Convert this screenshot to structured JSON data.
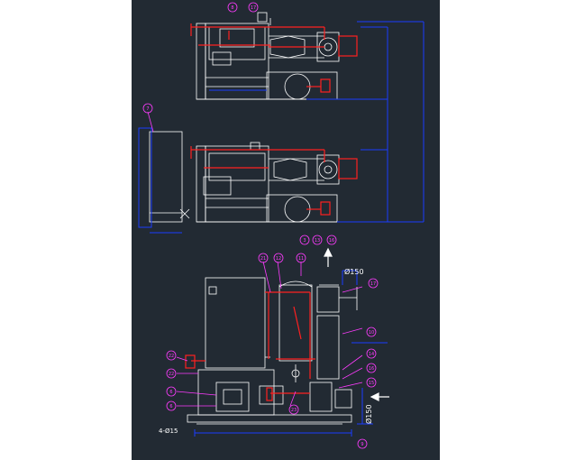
{
  "colors": {
    "background": "#222a33",
    "outline": "#ffffff",
    "pipe": "#ff2020",
    "leader": "#ff3cff",
    "frame": "#1a3cff",
    "bubble": "#ff3cff"
  },
  "labels": {
    "pipe_dia_top": "Ø150",
    "pipe_dia_side": "Ø150",
    "anchor_note": "4-Ø15"
  },
  "balloons": {
    "top_view_1": [
      "8",
      "17"
    ],
    "side_view_left": [
      "7"
    ],
    "middle_view_bottom": [
      "3",
      "13",
      "16"
    ],
    "front_top": [
      "21",
      "12",
      "11"
    ],
    "front_right": [
      "17",
      "10",
      "14",
      "16",
      "15"
    ],
    "front_left": [
      "22",
      "22",
      "6",
      "6"
    ],
    "front_bottom": [
      "23",
      "9"
    ]
  }
}
